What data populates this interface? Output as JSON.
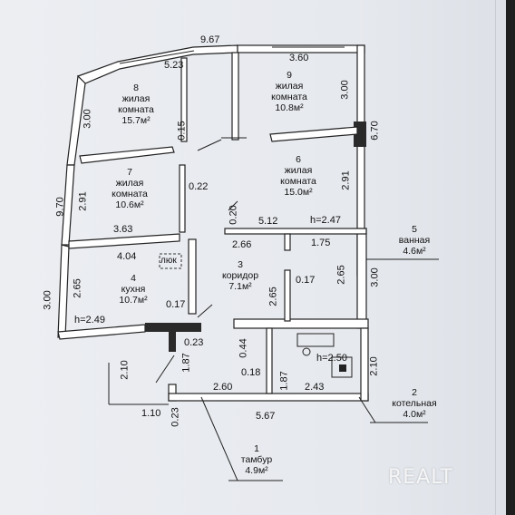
{
  "overall": {
    "top_width": "9.67",
    "left_height": "9.70",
    "bottom_width": "5.67"
  },
  "dims": {
    "d523": "5.23",
    "d360": "3.60",
    "d300a": "3.00",
    "d300b": "3.00",
    "d670": "6.70",
    "d015": "0.15",
    "d022": "0.22",
    "d291a": "2.91",
    "d291b": "2.91",
    "d363": "3.63",
    "d020": "0.20",
    "d512": "5.12",
    "h247": "h=2.47",
    "d404": "4.04",
    "d266": "2.66",
    "d175": "1.75",
    "d265a": "2.65",
    "d300c": "3.00",
    "d017a": "0.17",
    "d017b": "0.17",
    "d265b": "2.65",
    "d265c": "2.65",
    "h249": "h=2.49",
    "d023": "0.23",
    "d044": "0.44",
    "d187a": "1.87",
    "d210a": "2.10",
    "d018": "0.18",
    "d187b": "1.87",
    "h250": "h=2.50",
    "d210b": "2.10",
    "d260": "2.60",
    "d243": "2.43",
    "d110": "1.10",
    "d023b": "0.23"
  },
  "rooms": [
    {
      "id": "8",
      "num": "8",
      "line1": "жилая",
      "line2": "комната",
      "area": "15.7м²"
    },
    {
      "id": "9",
      "num": "9",
      "line1": "жилая",
      "line2": "комната",
      "area": "10.8м²"
    },
    {
      "id": "7",
      "num": "7",
      "line1": "жилая",
      "line2": "комната",
      "area": "10.6м²"
    },
    {
      "id": "6",
      "num": "6",
      "line1": "жилая",
      "line2": "комната",
      "area": "15.0м²"
    },
    {
      "id": "4",
      "num": "4",
      "line1": "кухня",
      "area": "10.7м²"
    },
    {
      "id": "3",
      "num": "3",
      "line1": "коридор",
      "area": "7.1м²"
    },
    {
      "id": "5",
      "num": "5",
      "line1": "ванная",
      "area": "4.6м²"
    },
    {
      "id": "2",
      "num": "2",
      "line1": "котельная",
      "area": "4.0м²"
    },
    {
      "id": "1",
      "num": "1",
      "line1": "тамбур",
      "area": "4.9м²"
    }
  ],
  "hatch_label": "люк",
  "watermark": "REALT"
}
